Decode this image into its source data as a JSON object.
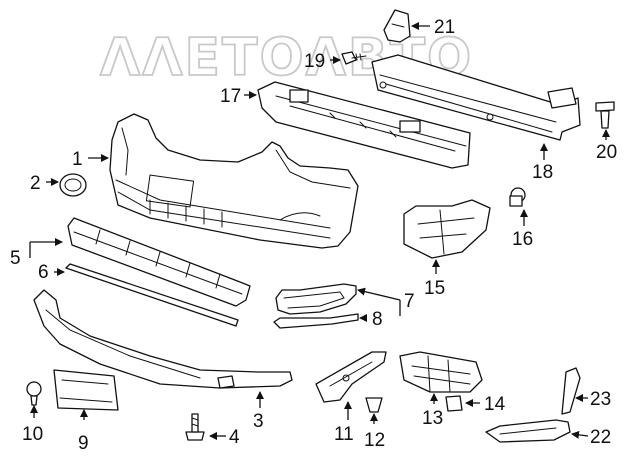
{
  "watermark": "ΛΛΕΤΟΛΒΤΟ",
  "colors": {
    "line": "#111111",
    "watermark": "#c9c9c9",
    "background": "#ffffff"
  },
  "callouts": {
    "c1": "1",
    "c2": "2",
    "c3": "3",
    "c4": "4",
    "c5": "5",
    "c6": "6",
    "c7": "7",
    "c8": "8",
    "c9": "9",
    "c10": "10",
    "c11": "11",
    "c12": "12",
    "c13": "13",
    "c14": "14",
    "c15": "15",
    "c16": "16",
    "c17": "17",
    "c18": "18",
    "c19": "19",
    "c20": "20",
    "c21": "21",
    "c22": "22",
    "c23": "23"
  }
}
